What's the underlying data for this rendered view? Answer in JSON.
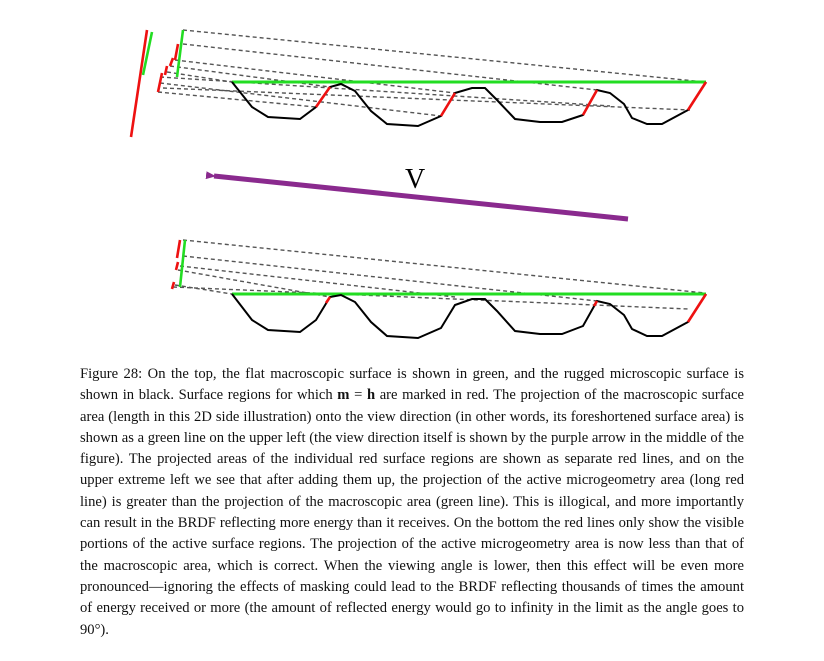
{
  "figure": {
    "view_label": "V",
    "colors": {
      "macro_surface": "#22dd22",
      "micro_surface": "#000000",
      "active_region": "#ee1111",
      "view_arrow": "#8a2a8e",
      "projection_lines": "#555555"
    }
  },
  "caption": {
    "number": "Figure 28:",
    "part1": " On the top, the flat macroscopic surface is shown in green, and the rugged microscopic surface is shown in black. Surface regions for which ",
    "m": "m",
    "eq": " = ",
    "h": "h",
    "part2": " are marked in red. The projection of the macroscopic surface area (length in this 2D side illustration) onto the view direction (in other words, its foreshortened surface area) is shown as a green line on the upper left (the view direction itself is shown by the purple arrow in the middle of the figure). The projected areas of the individual red surface regions are shown as separate red lines, and on the upper extreme left we see that after adding them up, the projection of the active microgeometry area (long red line) is greater than the projection of the macroscopic area (green line). This is illogical, and more importantly can result in the BRDF reflecting more energy than it receives. On the bottom the red lines only show the visible portions of the active surface regions. The projection of the active microgeometry area is now less than that of the macroscopic area, which is correct. When the viewing angle is lower, then this effect will be even more pronounced—ignoring the effects of masking could lead to the BRDF reflecting thousands of times the amount of energy received or more (the amount of reflected energy would go to infinity in the limit as the angle goes to 90°)."
  }
}
